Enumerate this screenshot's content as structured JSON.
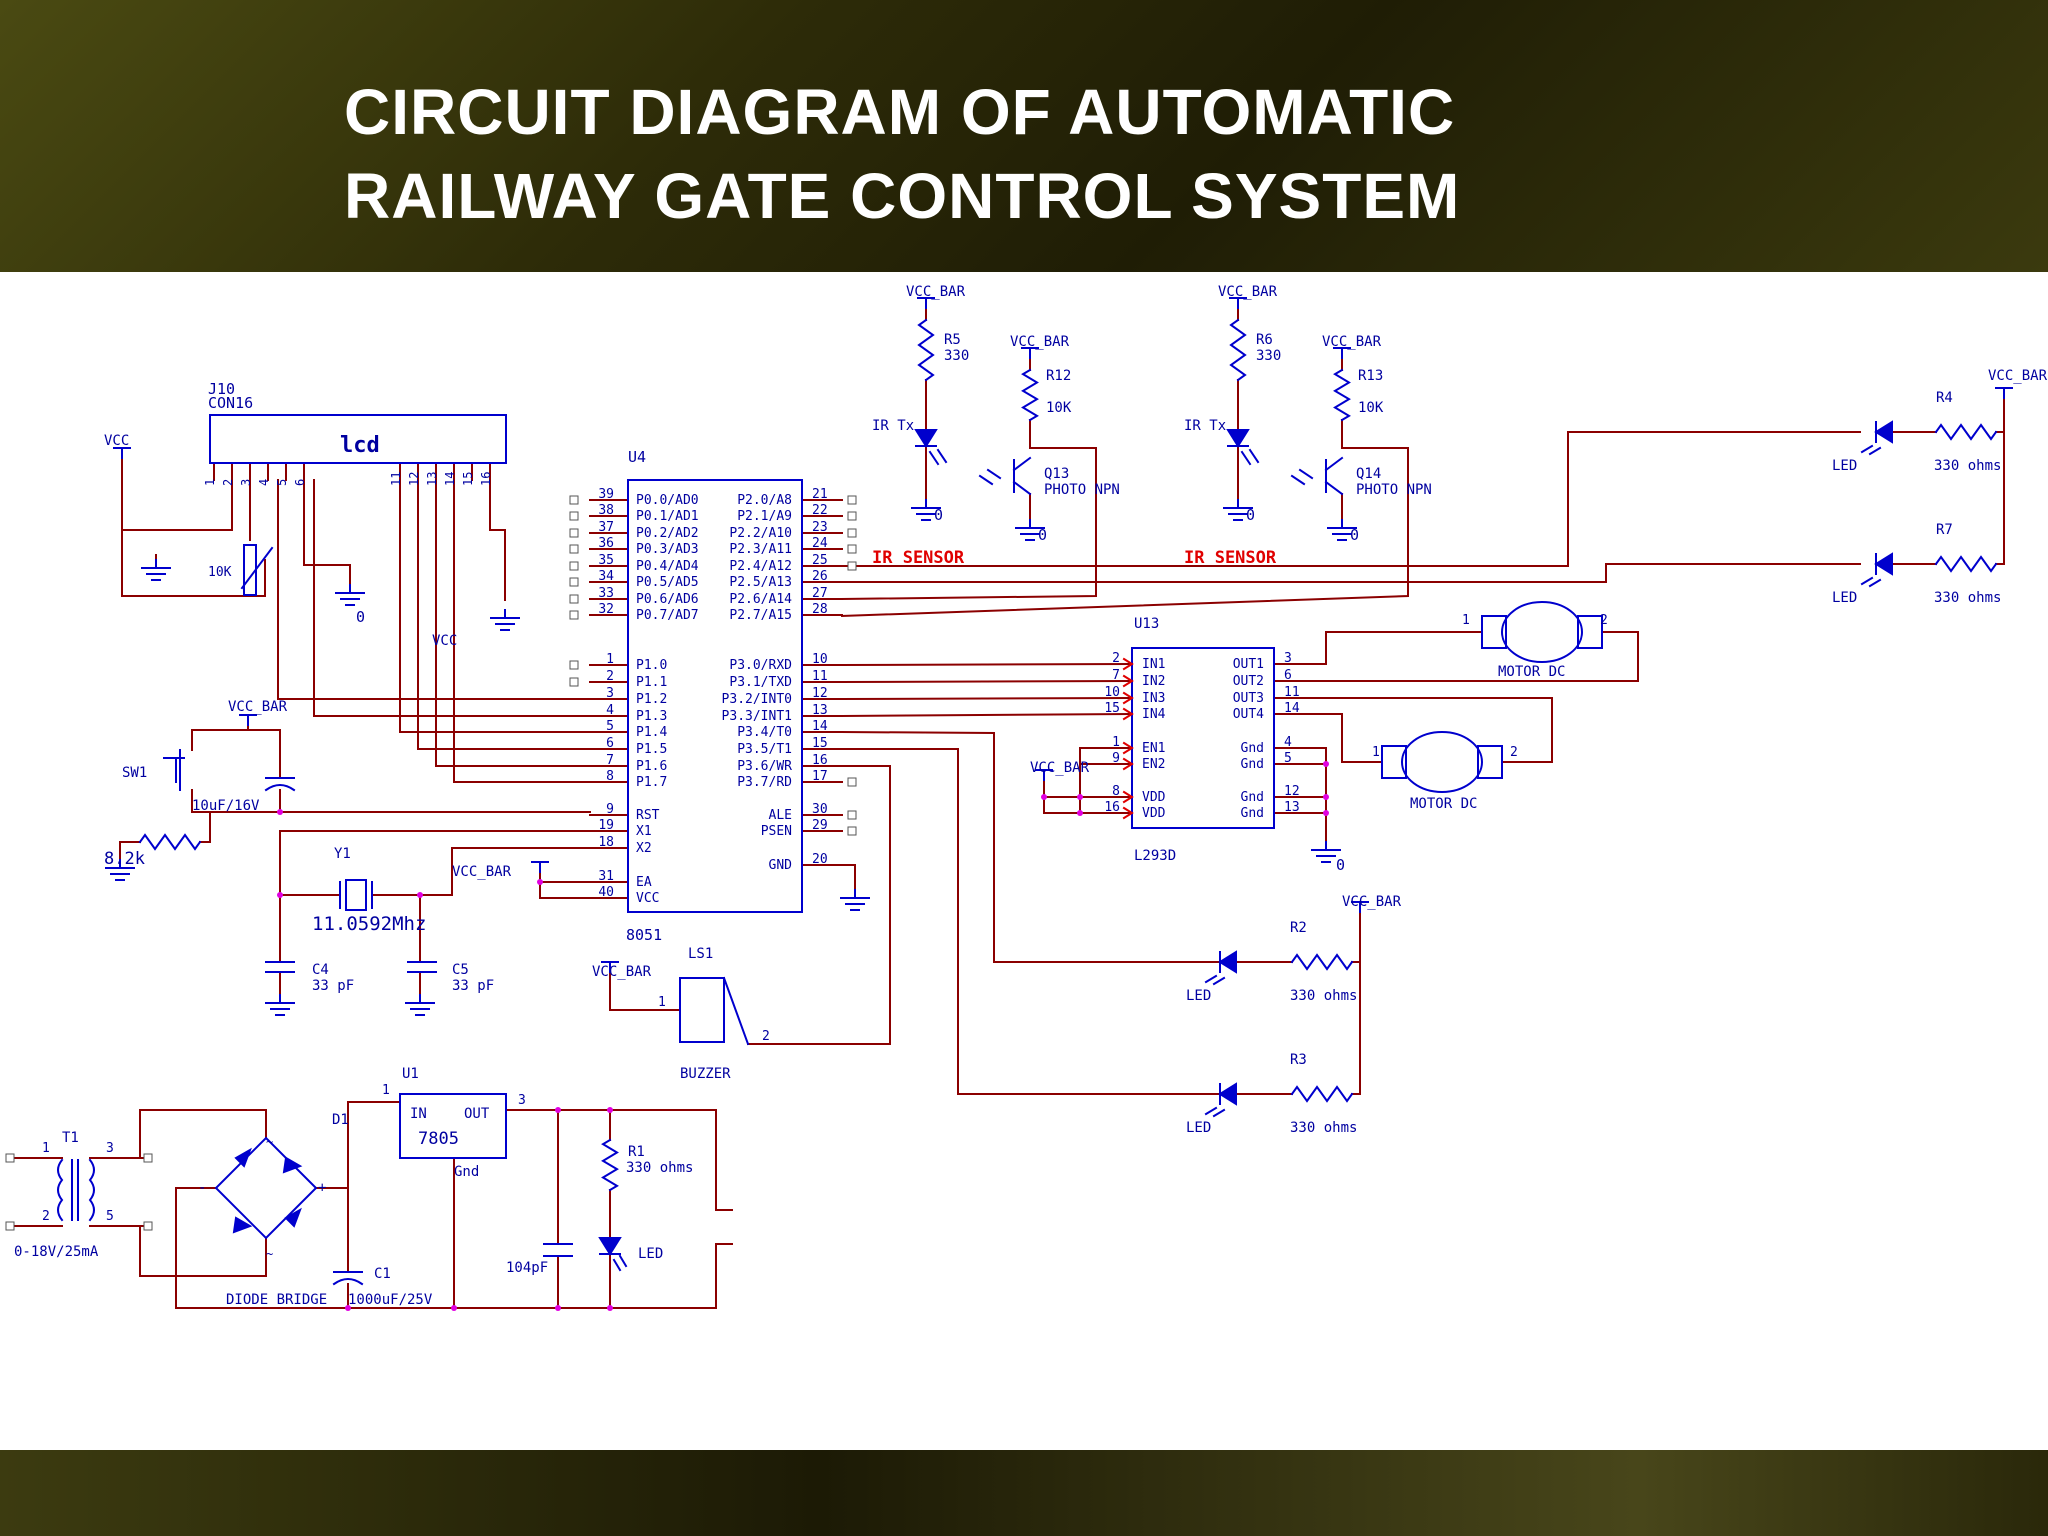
{
  "slide": {
    "title_line1": "CIRCUIT DIAGRAM OF AUTOMATIC",
    "title_line2": "RAILWAY GATE CONTROL SYSTEM"
  },
  "colors": {
    "wire": "#8b0000",
    "part": "#0000cd",
    "label": "#0000a0",
    "warning": "#e00000",
    "junction": "#e000e0"
  },
  "lcd": {
    "ref": "J10",
    "type": "CON16",
    "label": "lcd",
    "pins": [
      "1",
      "2",
      "3",
      "4",
      "5",
      "6",
      "11",
      "12",
      "13",
      "14",
      "15",
      "16"
    ]
  },
  "mcu": {
    "ref": "U4",
    "part": "8051",
    "left_pins": [
      {
        "num": "39",
        "name": "P0.0/AD0"
      },
      {
        "num": "38",
        "name": "P0.1/AD1"
      },
      {
        "num": "37",
        "name": "P0.2/AD2"
      },
      {
        "num": "36",
        "name": "P0.3/AD3"
      },
      {
        "num": "35",
        "name": "P0.4/AD4"
      },
      {
        "num": "34",
        "name": "P0.5/AD5"
      },
      {
        "num": "33",
        "name": "P0.6/AD6"
      },
      {
        "num": "32",
        "name": "P0.7/AD7"
      },
      {
        "num": "1",
        "name": "P1.0"
      },
      {
        "num": "2",
        "name": "P1.1"
      },
      {
        "num": "3",
        "name": "P1.2"
      },
      {
        "num": "4",
        "name": "P1.3"
      },
      {
        "num": "5",
        "name": "P1.4"
      },
      {
        "num": "6",
        "name": "P1.5"
      },
      {
        "num": "7",
        "name": "P1.6"
      },
      {
        "num": "8",
        "name": "P1.7"
      },
      {
        "num": "9",
        "name": "RST"
      },
      {
        "num": "19",
        "name": "X1"
      },
      {
        "num": "18",
        "name": "X2"
      },
      {
        "num": "31",
        "name": "EA"
      },
      {
        "num": "40",
        "name": "VCC"
      }
    ],
    "right_pins": [
      {
        "num": "21",
        "name": "P2.0/A8"
      },
      {
        "num": "22",
        "name": "P2.1/A9"
      },
      {
        "num": "23",
        "name": "P2.2/A10"
      },
      {
        "num": "24",
        "name": "P2.3/A11"
      },
      {
        "num": "25",
        "name": "P2.4/A12"
      },
      {
        "num": "26",
        "name": "P2.5/A13"
      },
      {
        "num": "27",
        "name": "P2.6/A14"
      },
      {
        "num": "28",
        "name": "P2.7/A15"
      },
      {
        "num": "10",
        "name": "P3.0/RXD"
      },
      {
        "num": "11",
        "name": "P3.1/TXD"
      },
      {
        "num": "12",
        "name": "P3.2/INT0"
      },
      {
        "num": "13",
        "name": "P3.3/INT1"
      },
      {
        "num": "14",
        "name": "P3.4/T0"
      },
      {
        "num": "15",
        "name": "P3.5/T1"
      },
      {
        "num": "16",
        "name": "P3.6/WR"
      },
      {
        "num": "17",
        "name": "P3.7/RD"
      },
      {
        "num": "30",
        "name": "ALE"
      },
      {
        "num": "29",
        "name": "PSEN"
      },
      {
        "num": "20",
        "name": "GND"
      }
    ]
  },
  "driver": {
    "ref": "U13",
    "part": "L293D",
    "left_pins": [
      {
        "num": "2",
        "name": "IN1"
      },
      {
        "num": "7",
        "name": "IN2"
      },
      {
        "num": "10",
        "name": "IN3"
      },
      {
        "num": "15",
        "name": "IN4"
      },
      {
        "num": "1",
        "name": "EN1"
      },
      {
        "num": "9",
        "name": "EN2"
      },
      {
        "num": "8",
        "name": "VDD"
      },
      {
        "num": "16",
        "name": "VDD"
      }
    ],
    "right_pins": [
      {
        "num": "3",
        "name": "OUT1"
      },
      {
        "num": "6",
        "name": "OUT2"
      },
      {
        "num": "11",
        "name": "OUT3"
      },
      {
        "num": "14",
        "name": "OUT4"
      },
      {
        "num": "4",
        "name": "Gnd"
      },
      {
        "num": "5",
        "name": "Gnd"
      },
      {
        "num": "12",
        "name": "Gnd"
      },
      {
        "num": "13",
        "name": "Gnd"
      }
    ]
  },
  "net_labels": {
    "vcc": "VCC",
    "vcc_bar": "VCC_BAR",
    "ground_zero": "0",
    "ir_sensor": "IR SENSOR",
    "ir_tx": "IR Tx",
    "photo": "PHOTO NPN"
  },
  "sensors": [
    {
      "r_tx": "R5",
      "r_tx_val": "330",
      "r_rx": "R12",
      "r_rx_val": "10K",
      "q": "Q13"
    },
    {
      "r_tx": "R6",
      "r_tx_val": "330",
      "r_rx": "R13",
      "r_rx_val": "10K",
      "q": "Q14"
    }
  ],
  "leds": [
    {
      "r": "R4",
      "val": "330 ohms",
      "label": "LED"
    },
    {
      "r": "R7",
      "val": "330 ohms",
      "label": "LED"
    },
    {
      "r": "R2",
      "val": "330 ohms",
      "label": "LED"
    },
    {
      "r": "R3",
      "val": "330 ohms",
      "label": "LED"
    }
  ],
  "motor_label": "MOTOR DC",
  "motor_pins": [
    "1",
    "2"
  ],
  "reset": {
    "sw": "SW1",
    "cap": "10uF/16V",
    "res": "8.2k",
    "pot": "10K"
  },
  "crystal": {
    "ref": "Y1",
    "freq": "11.0592Mhz",
    "c4": "C4",
    "c4_val": "33 pF",
    "c5": "C5",
    "c5_val": "33 pF"
  },
  "buzzer": {
    "ref": "LS1",
    "label": "BUZZER",
    "pin1": "1",
    "pin2": "2"
  },
  "power": {
    "t_ref": "T1",
    "t_rating": "0-18V/25mA",
    "t_pins": [
      "1",
      "2",
      "3",
      "5"
    ],
    "d_ref": "D1",
    "bridge": "DIODE BRIDGE",
    "plus": "+",
    "minus": "-",
    "ac": "~",
    "u_ref": "U1",
    "reg": "7805",
    "reg_in": "IN",
    "reg_out": "OUT",
    "reg_gnd": "Gnd",
    "reg_pin_in": "1",
    "reg_pin_out": "3",
    "c1": "C1",
    "c1_val": "1000uF/25V",
    "c_small": "104pF",
    "r1": "R1",
    "r1_val": "330 ohms",
    "led": "LED"
  }
}
